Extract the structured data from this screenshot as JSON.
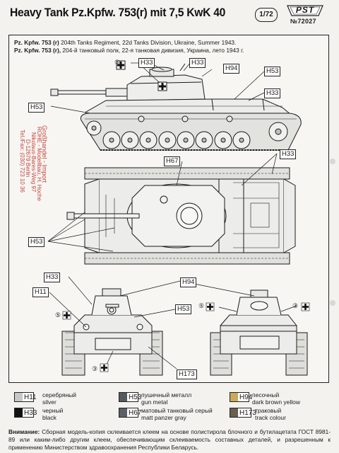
{
  "header": {
    "title": "Heavy Tank Pz.Kpfw. 753(r) mit 7,5 KwK 40",
    "scale": "1/72",
    "logo": "PST",
    "kit_no": "№72027"
  },
  "captions": {
    "line1_bold": "Pz. Kpfw. 753 (r)",
    "line1_rest": " 204th Tanks Regiment, 22d Tanks Division, Ukraine, Summer 1943.",
    "line2_bold": "Pz. Kpfw. 753 (r),",
    "line2_rest": " 204-й танковый полк, 22-я танковая дивизия, Украина, лето 1943 г."
  },
  "importer": {
    "line1": "Großhandel - Import",
    "line2": "ROHE - Modellbau, H. Hoche",
    "line3": "Nikolaus-Bares-Weg 97",
    "line4": "D-12679 Berlin",
    "line5": "Tel./Fax: (030) 723 10 36"
  },
  "callouts": {
    "h33": "H33",
    "h94": "H94",
    "h53": "H53",
    "h67": "H67",
    "h11": "H11",
    "h173": "H173",
    "c3": "③",
    "c5": "⑤"
  },
  "legend": [
    {
      "code": "H11",
      "ru": "серебряный",
      "en": "silver",
      "color": "#c8c8c8"
    },
    {
      "code": "H53",
      "ru": "пушечный металл",
      "en": "gun metal",
      "color": "#555a5f"
    },
    {
      "code": "H94",
      "ru": "песочный",
      "en": "dark brown yellow",
      "color": "#c9a95c"
    },
    {
      "code": "H33",
      "ru": "черный",
      "en": "black",
      "color": "#111111"
    },
    {
      "code": "H67",
      "ru": "матовый танковый серый",
      "en": "matt panzer gray",
      "color": "#5c6066"
    },
    {
      "code": "H173",
      "ru": "траковый",
      "en": "track colour",
      "color": "#6b5d4f"
    }
  ],
  "note": {
    "bold": "Внимание:",
    "text": " Сборная модель-копия склеивается клеем на основе полистирола блочного и бутилацетата ГОСТ 8981-89 или каким-либо другим клеем, обеспечивающим склеиваемость составных деталей, и разрешенным к применению Министерством здравоохранения Республики Беларусь."
  },
  "colors": {
    "line": "#1a1a1a",
    "importer": "#c4443c",
    "hull": "#ececea"
  }
}
